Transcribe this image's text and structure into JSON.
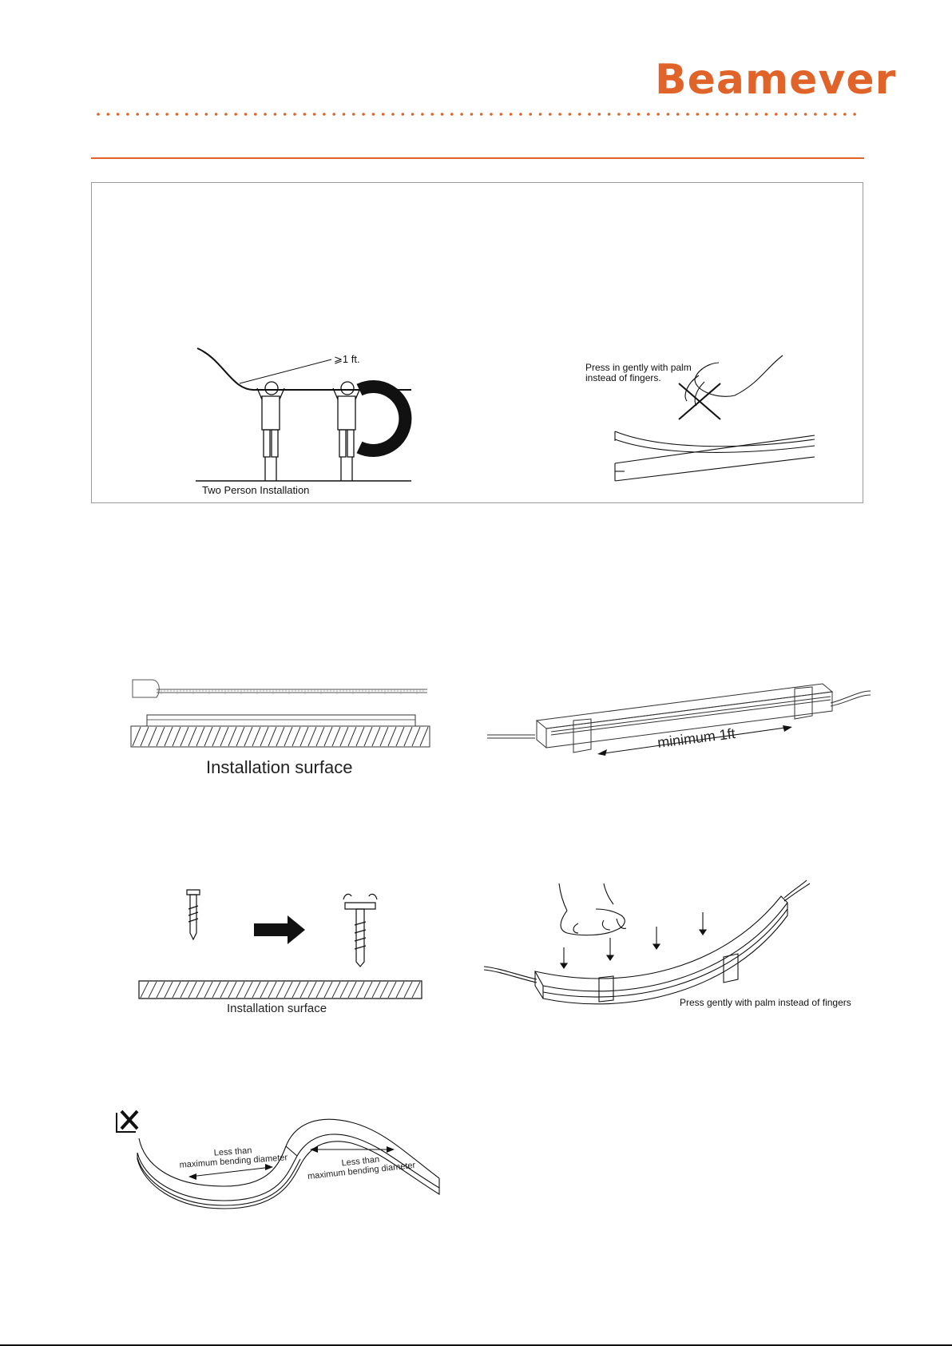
{
  "header": {
    "brand": "Beamever",
    "brand_color": "#e0642a"
  },
  "panel": {
    "two_person": {
      "distance_label": "⩾1 ft.",
      "caption": "Two Person Installation"
    },
    "press_note": {
      "line1": "Press in gently with palm",
      "line2": "instead of fingers."
    }
  },
  "figures": {
    "measure": {
      "caption": "Installation surface"
    },
    "clips": {
      "label": "minimum 1ft"
    },
    "screw": {
      "caption": "Installation surface"
    },
    "press": {
      "caption": "Press gently with palm instead of fingers"
    },
    "bend": {
      "label_left_1": "Less than",
      "label_left_2": "maximum bending diameter",
      "label_right_1": "Less than",
      "label_right_2": "maximum bending diameter"
    }
  }
}
